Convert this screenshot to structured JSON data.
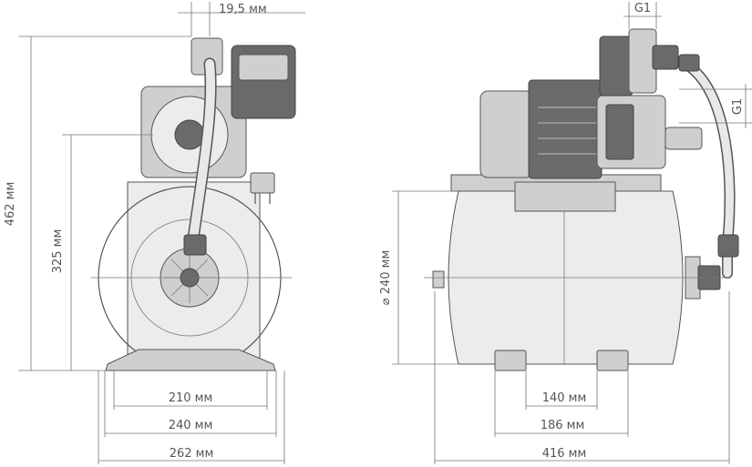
{
  "dimensions": {
    "top_offset": "19,5 мм",
    "height_total": "462 мм",
    "height_axis": "325 мм",
    "front_base_inner": "210 мм",
    "front_base_outer": "240 мм",
    "front_width": "262 мм",
    "tank_diameter": "⌀ 240 мм",
    "side_feet_inner": "140 мм",
    "side_feet_outer": "186 мм",
    "side_length": "416 мм"
  },
  "threads": {
    "outlet_top": "G1",
    "outlet_side": "G1"
  }
}
